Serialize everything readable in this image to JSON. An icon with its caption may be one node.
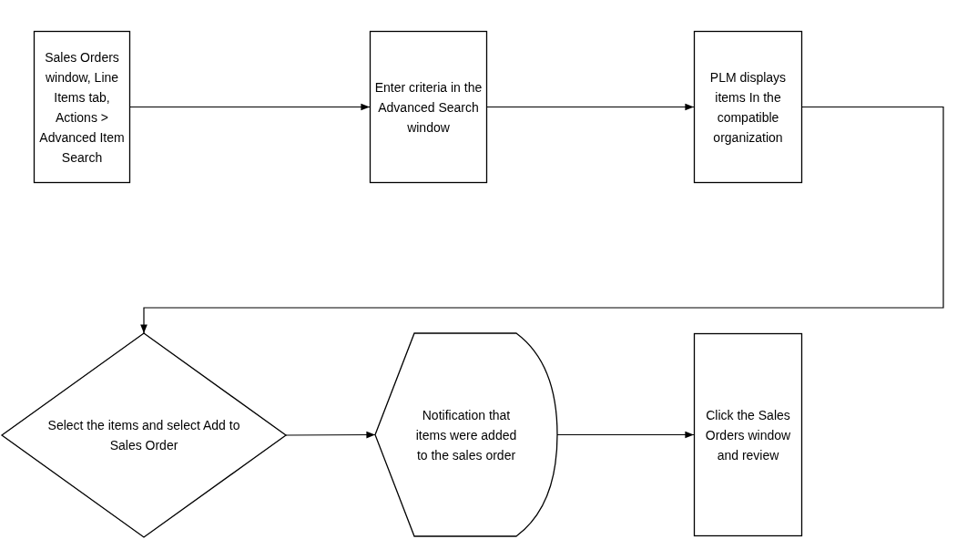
{
  "diagram": {
    "nodes": [
      {
        "text": [
          "Sales Orders window, Line Items tab, Actions > Advanced Item Search"
        ]
      },
      {
        "text": [
          "Enter criteria in the Advanced Search window"
        ]
      },
      {
        "text": [
          "PLM displays items In the compatible organization"
        ]
      },
      {
        "text": [
          "Select the items and select Add to Sales Order"
        ]
      },
      {
        "text": [
          "Notification that items were added to the sales order"
        ]
      },
      {
        "text": [
          "Click the Sales Orders window and review"
        ]
      }
    ],
    "edges": [
      {
        "from": 0,
        "to": 1,
        "arrow": "to"
      },
      {
        "from": 1,
        "to": 2,
        "arrow": "to"
      },
      {
        "from": 2,
        "to": 3,
        "arrow": "to"
      },
      {
        "from": 3,
        "to": 4,
        "arrow": "to"
      },
      {
        "from": 4,
        "to": 5,
        "arrow": "to"
      }
    ]
  }
}
